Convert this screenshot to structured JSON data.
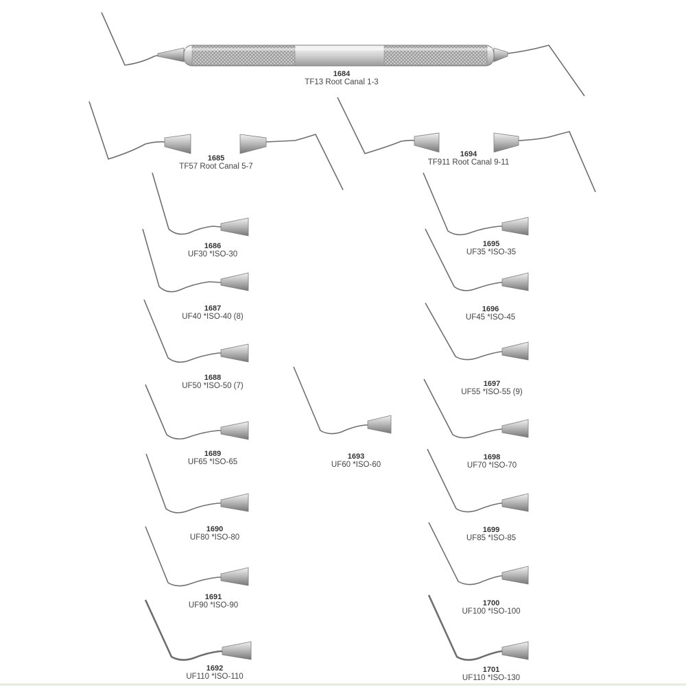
{
  "colors": {
    "metal_light": "#e6e6e6",
    "metal_mid": "#b5b5b5",
    "metal_dark": "#6e6e6e",
    "outline": "#7a7a7a",
    "text": "#333333"
  },
  "items": [
    {
      "id": "i1684",
      "number": "1684",
      "name": "TF13 Root Canal 1-3",
      "kind": "double-handle"
    },
    {
      "id": "i1685",
      "number": "1685",
      "name": "TF57 Root Canal 5-7",
      "kind": "double-tip"
    },
    {
      "id": "i1694",
      "number": "1694",
      "name": "TF911 Root Canal 9-11",
      "kind": "double-tip"
    },
    {
      "id": "i1686",
      "number": "1686",
      "name": "UF30 *ISO-30",
      "kind": "single"
    },
    {
      "id": "i1687",
      "number": "1687",
      "name": "UF40 *ISO-40 (8)",
      "kind": "single"
    },
    {
      "id": "i1688",
      "number": "1688",
      "name": "UF50 *ISO-50 (7)",
      "kind": "single"
    },
    {
      "id": "i1689",
      "number": "1689",
      "name": "UF65 *ISO-65",
      "kind": "single"
    },
    {
      "id": "i1690",
      "number": "1690",
      "name": "UF80 *ISO-80",
      "kind": "single"
    },
    {
      "id": "i1691",
      "number": "1691",
      "name": "UF90 *ISO-90",
      "kind": "single"
    },
    {
      "id": "i1692",
      "number": "1692",
      "name": "UF110 *ISO-110",
      "kind": "single"
    },
    {
      "id": "i1693",
      "number": "1693",
      "name": "UF60 *ISO-60",
      "kind": "single"
    },
    {
      "id": "i1695",
      "number": "1695",
      "name": "UF35 *ISO-35",
      "kind": "single"
    },
    {
      "id": "i1696",
      "number": "1696",
      "name": "UF45 *ISO-45",
      "kind": "single"
    },
    {
      "id": "i1697",
      "number": "1697",
      "name": "UF55 *ISO-55 (9)",
      "kind": "single"
    },
    {
      "id": "i1698",
      "number": "1698",
      "name": "UF70 *ISO-70",
      "kind": "single"
    },
    {
      "id": "i1699",
      "number": "1699",
      "name": "UF85 *ISO-85",
      "kind": "single"
    },
    {
      "id": "i1700",
      "number": "1700",
      "name": "UF100 *ISO-100",
      "kind": "single"
    },
    {
      "id": "i1701",
      "number": "1701",
      "name": "UF110 *ISO-130",
      "kind": "single"
    }
  ]
}
